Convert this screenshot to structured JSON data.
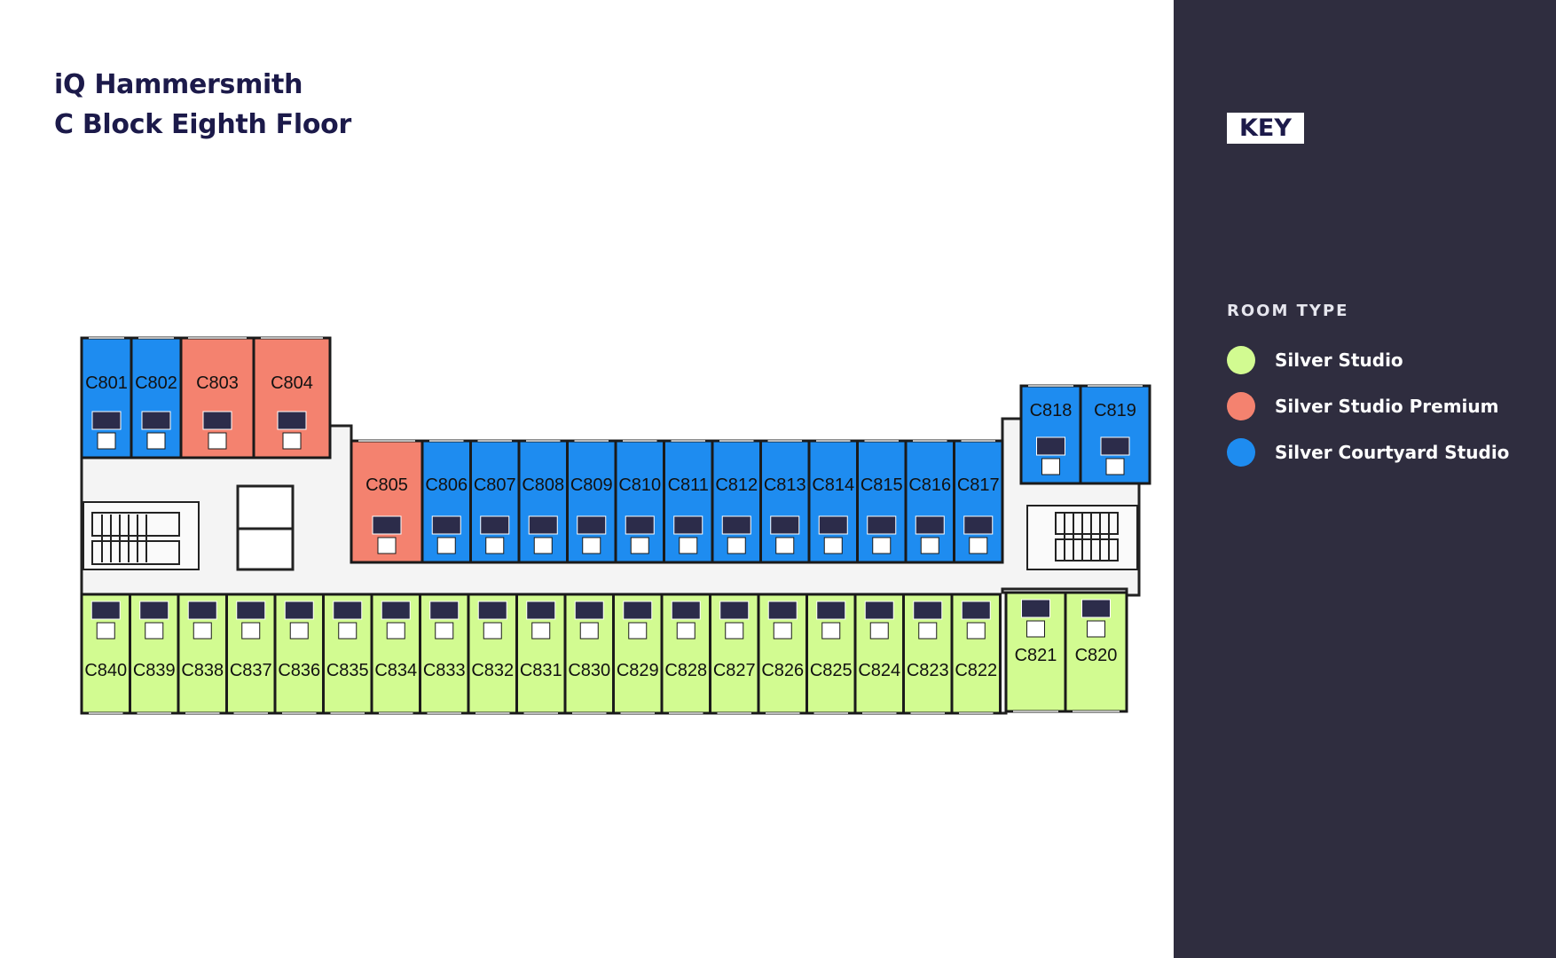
{
  "title": {
    "line1": "iQ Hammersmith",
    "line2": "C Block Eighth Floor"
  },
  "key": {
    "heading": "KEY",
    "room_type_heading": "ROOM TYPE",
    "items": [
      {
        "label": "Silver Studio",
        "color": "#d2fb91"
      },
      {
        "label": "Silver Studio Premium",
        "color": "#f4826f"
      },
      {
        "label": "Silver Courtyard Studio",
        "color": "#1e8cf0"
      }
    ]
  },
  "rooms": [
    {
      "id": "C801",
      "type": "Silver Courtyard Studio"
    },
    {
      "id": "C802",
      "type": "Silver Courtyard Studio"
    },
    {
      "id": "C803",
      "type": "Silver Studio Premium"
    },
    {
      "id": "C804",
      "type": "Silver Studio Premium"
    },
    {
      "id": "C805",
      "type": "Silver Studio Premium"
    },
    {
      "id": "C806",
      "type": "Silver Courtyard Studio"
    },
    {
      "id": "C807",
      "type": "Silver Courtyard Studio"
    },
    {
      "id": "C808",
      "type": "Silver Courtyard Studio"
    },
    {
      "id": "C809",
      "type": "Silver Courtyard Studio"
    },
    {
      "id": "C810",
      "type": "Silver Courtyard Studio"
    },
    {
      "id": "C811",
      "type": "Silver Courtyard Studio"
    },
    {
      "id": "C812",
      "type": "Silver Courtyard Studio"
    },
    {
      "id": "C813",
      "type": "Silver Courtyard Studio"
    },
    {
      "id": "C814",
      "type": "Silver Courtyard Studio"
    },
    {
      "id": "C815",
      "type": "Silver Courtyard Studio"
    },
    {
      "id": "C816",
      "type": "Silver Courtyard Studio"
    },
    {
      "id": "C817",
      "type": "Silver Courtyard Studio"
    },
    {
      "id": "C818",
      "type": "Silver Courtyard Studio"
    },
    {
      "id": "C819",
      "type": "Silver Courtyard Studio"
    },
    {
      "id": "C820",
      "type": "Silver Studio"
    },
    {
      "id": "C821",
      "type": "Silver Studio"
    },
    {
      "id": "C822",
      "type": "Silver Studio"
    },
    {
      "id": "C823",
      "type": "Silver Studio"
    },
    {
      "id": "C824",
      "type": "Silver Studio"
    },
    {
      "id": "C825",
      "type": "Silver Studio"
    },
    {
      "id": "C826",
      "type": "Silver Studio"
    },
    {
      "id": "C827",
      "type": "Silver Studio"
    },
    {
      "id": "C828",
      "type": "Silver Studio"
    },
    {
      "id": "C829",
      "type": "Silver Studio"
    },
    {
      "id": "C830",
      "type": "Silver Studio"
    },
    {
      "id": "C831",
      "type": "Silver Studio"
    },
    {
      "id": "C832",
      "type": "Silver Studio"
    },
    {
      "id": "C833",
      "type": "Silver Studio"
    },
    {
      "id": "C834",
      "type": "Silver Studio"
    },
    {
      "id": "C835",
      "type": "Silver Studio"
    },
    {
      "id": "C836",
      "type": "Silver Studio"
    },
    {
      "id": "C837",
      "type": "Silver Studio"
    },
    {
      "id": "C838",
      "type": "Silver Studio"
    },
    {
      "id": "C839",
      "type": "Silver Studio"
    },
    {
      "id": "C840",
      "type": "Silver Studio"
    }
  ]
}
